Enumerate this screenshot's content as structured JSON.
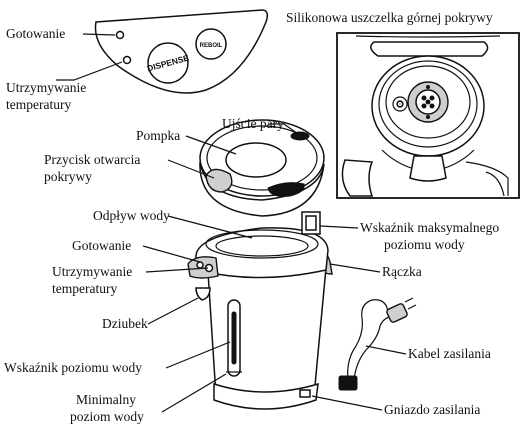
{
  "labels": {
    "panel_boiling": "Gotowanie",
    "panel_keep_warm_1": "Utrzymywanie",
    "panel_keep_warm_2": "temperatury",
    "seal": "Silikonowa uszczelka górnej pokrywy",
    "steam_outlet": "Ujście pary",
    "pump": "Pompka",
    "lid_button_1": "Przycisk otwarcia",
    "lid_button_2": "pokrywy",
    "drain": "Odpływ wody",
    "boiling": "Gotowanie",
    "keep_warm_1": "Utrzymywanie",
    "keep_warm_2": "temperatury",
    "max_level_1": "Wskaźnik maksymalnego",
    "max_level_2": "poziomu wody",
    "handle": "Rączka",
    "spout": "Dziubek",
    "level_indicator": "Wskaźnik poziomu wody",
    "min_level_1": "Minimalny",
    "min_level_2": "poziom wody",
    "power_cable": "Kabel zasilania",
    "power_socket": "Gniazdo zasilania"
  },
  "panel": {
    "dispense_button": "DISPENSE",
    "reboil_button": "REBOIL"
  }
}
